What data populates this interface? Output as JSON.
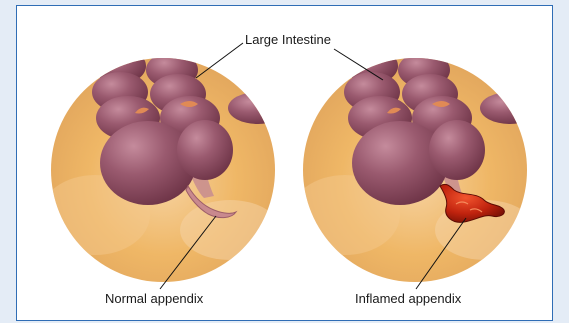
{
  "labels": {
    "large_intestine": "Large Intestine",
    "normal_appendix": "Normal appendix",
    "inflamed_appendix": "Inflamed appendix"
  },
  "colors": {
    "frame_border": "#2f6db5",
    "page_background": "#e4ecf6",
    "bowel": "#8e4f63",
    "bowel_highlight": "#b57a8c",
    "background_glow": "#f1b86a",
    "inflamed": "#c0230e"
  }
}
